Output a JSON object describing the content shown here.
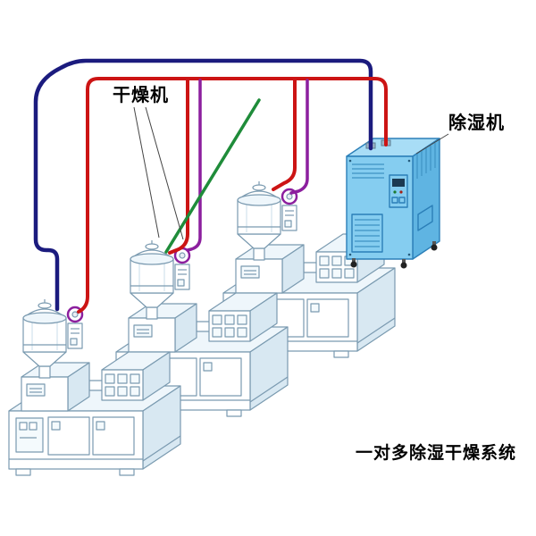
{
  "diagram": {
    "labels": {
      "dryer": "干燥机",
      "dehumidifier": "除湿机",
      "caption": "一对多除湿干燥系统"
    },
    "machine_count": 3,
    "components": {
      "hopper_dryers": 3,
      "dehumidifier_cabinets": 1
    }
  },
  "colors": {
    "pipe-navy": "#1b1b7e",
    "pipe-red": "#cc1414",
    "pipe-purple": "#8c1f9e",
    "pipe-green": "#1f8c3a",
    "cabinet-front": "#85cdf0",
    "cabinet-side": "#5fb4e2",
    "cabinet-top": "#a8ddf6",
    "cabinet-outline": "#2b7fb8",
    "machine-line": "#7a9ab0",
    "machine-face-top": "#eef6fb",
    "machine-face-shade": "#d8e8f2",
    "leader-line": "#444444",
    "label-color": "#000000"
  }
}
